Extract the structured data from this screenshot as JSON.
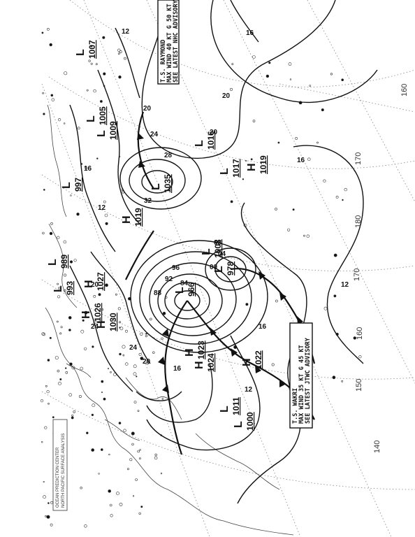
{
  "advisories": {
    "raymond": {
      "line1": "T.S. RAYMOND",
      "line2": "MAX WIND 40 KT G 50 KT",
      "line3": "SEE LATEST NHC ADVISORY"
    },
    "wakri": {
      "line1": "T.S. WAKRI",
      "line2": "MAX WIND 35 KT G 45 KT",
      "line3": "SEE LATEST JTWC ADVISORY"
    }
  },
  "pressure_centers": [
    {
      "type": "L",
      "value": "1011"
    },
    {
      "type": "L",
      "value": "1000"
    },
    {
      "type": "H",
      "value": "1024"
    },
    {
      "type": "H",
      "value": "1022"
    },
    {
      "type": "H",
      "value": "1023"
    },
    {
      "type": "H",
      "value": "1030"
    },
    {
      "type": "H",
      "value": "1026"
    },
    {
      "type": "H",
      "value": "1027"
    },
    {
      "type": "H",
      "value": "1019"
    },
    {
      "type": "L",
      "value": "1035"
    },
    {
      "type": "L",
      "value": "1016"
    },
    {
      "type": "L",
      "value": "1017"
    },
    {
      "type": "H",
      "value": "1019"
    },
    {
      "type": "L",
      "value": "966"
    },
    {
      "type": "L",
      "value": "978"
    },
    {
      "type": "L",
      "value": "1003"
    },
    {
      "type": "L",
      "value": "1009"
    },
    {
      "type": "L",
      "value": "1007"
    },
    {
      "type": "L",
      "value": "1005"
    },
    {
      "type": "L",
      "value": "993"
    },
    {
      "type": "L",
      "value": "989"
    },
    {
      "type": "L",
      "value": "997"
    }
  ],
  "isobar_labels": [
    "12",
    "16",
    "20",
    "24",
    "28",
    "32",
    "08",
    "04",
    "00",
    "96",
    "92",
    "88",
    "84"
  ],
  "longitude_labels": [
    "140",
    "150",
    "160",
    "170",
    "180",
    "170",
    "160"
  ],
  "map_legend": {
    "line1": "OCEAN PREDICTION CENTER",
    "line2": "NORTH PACIFIC SURFACE ANALYSIS"
  },
  "colors": {
    "ink": "#111111",
    "grid": "#777777",
    "coast": "#444444",
    "background": "#ffffff"
  }
}
